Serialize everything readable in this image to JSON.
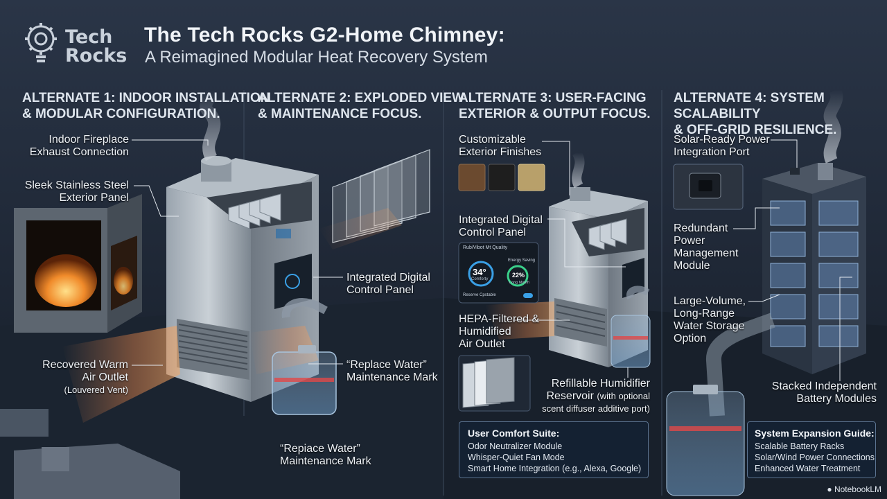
{
  "logo": {
    "line1": "Tech",
    "line2": "Rocks",
    "icon": "lightbulb-gear-icon"
  },
  "header": {
    "title": "The Tech Rocks G2-Home Chimney:",
    "subtitle": "A Reimagined Modular Heat Recovery System"
  },
  "sections": [
    {
      "line1": "ALTERNATE 1: INDOOR INSTALLATION",
      "line2": "& MODULAR CONFIGURATION."
    },
    {
      "line1": "ALTERNATE 2: EXPLODED VIEW",
      "line2": "& MAINTENANCE FOCUS."
    },
    {
      "line1": "ALTERNATE 3: USER-FACING",
      "line2": "EXTERIOR & OUTPUT FOCUS."
    },
    {
      "line1": "ALTERNATE 4: SYSTEM SCALABILITY",
      "line2": "& OFF-GRID RESILIENCE."
    }
  ],
  "labels": {
    "fireplace": [
      "Indoor Fireplace",
      "Exhaust Connection"
    ],
    "steel": [
      "Sleek Stainless Steel",
      "Exterior Panel"
    ],
    "warm": [
      "Recovered Warm",
      "Air Outlet"
    ],
    "warm_note": "(Louvered Vent)",
    "panel2": [
      "Integrated Digital",
      "Control Panel"
    ],
    "water_a": [
      "“Replace Water”",
      "Maintenance Mark"
    ],
    "water_b": [
      "“Repiace Water”",
      "Maintenance Mark"
    ],
    "finishes": [
      "Customizable",
      "Exterior Finishes"
    ],
    "panel3": [
      "Integrated Digital",
      "Control Panel"
    ],
    "hepa": [
      "HEPA-Filtered &",
      "Humidified",
      "Air Outlet"
    ],
    "humid": [
      "Refillable Humidifier",
      "Reservoir"
    ],
    "humid_note": "(with optional",
    "humid_note2": "scent diffuser additive port)",
    "solar": [
      "Solar-Ready Power",
      "Integration Port"
    ],
    "redundant": [
      "Redundant",
      "Power",
      "Management",
      "Module"
    ],
    "water4": [
      "Large-Volume,",
      "Long-Range",
      "Water Storage",
      "Option"
    ],
    "battery": [
      "Stacked Independent",
      "Battery Modules"
    ]
  },
  "control_panel": {
    "heading": "Rub/Vibot Mt Quality",
    "temp": "34°",
    "temp_label": "Comforty",
    "energy_title": "Energy Saving",
    "energy_value": "22%",
    "energy_label": "Long Month",
    "toggle_label": "Reserve Cpstable"
  },
  "comfort_suite": {
    "title": "User Comfort Suite:",
    "items": [
      "Odor Neutralizer Module",
      "Whisper-Quiet Fan Mode",
      "Smart Home Integration (e.g., Alexa, Google)"
    ]
  },
  "expansion_guide": {
    "title": "System Expansion Guide:",
    "items": [
      "Scalable Battery Racks",
      "Solar/Wind Power Connections",
      "Enhanced Water Treatment"
    ]
  },
  "brand": "NotebookLM",
  "colors": {
    "wood": "#6b4a2f",
    "black": "#1e1e1e",
    "gold": "#b8a06a",
    "accent": "#3aa0e6",
    "warm_flow": "#e8864a"
  }
}
